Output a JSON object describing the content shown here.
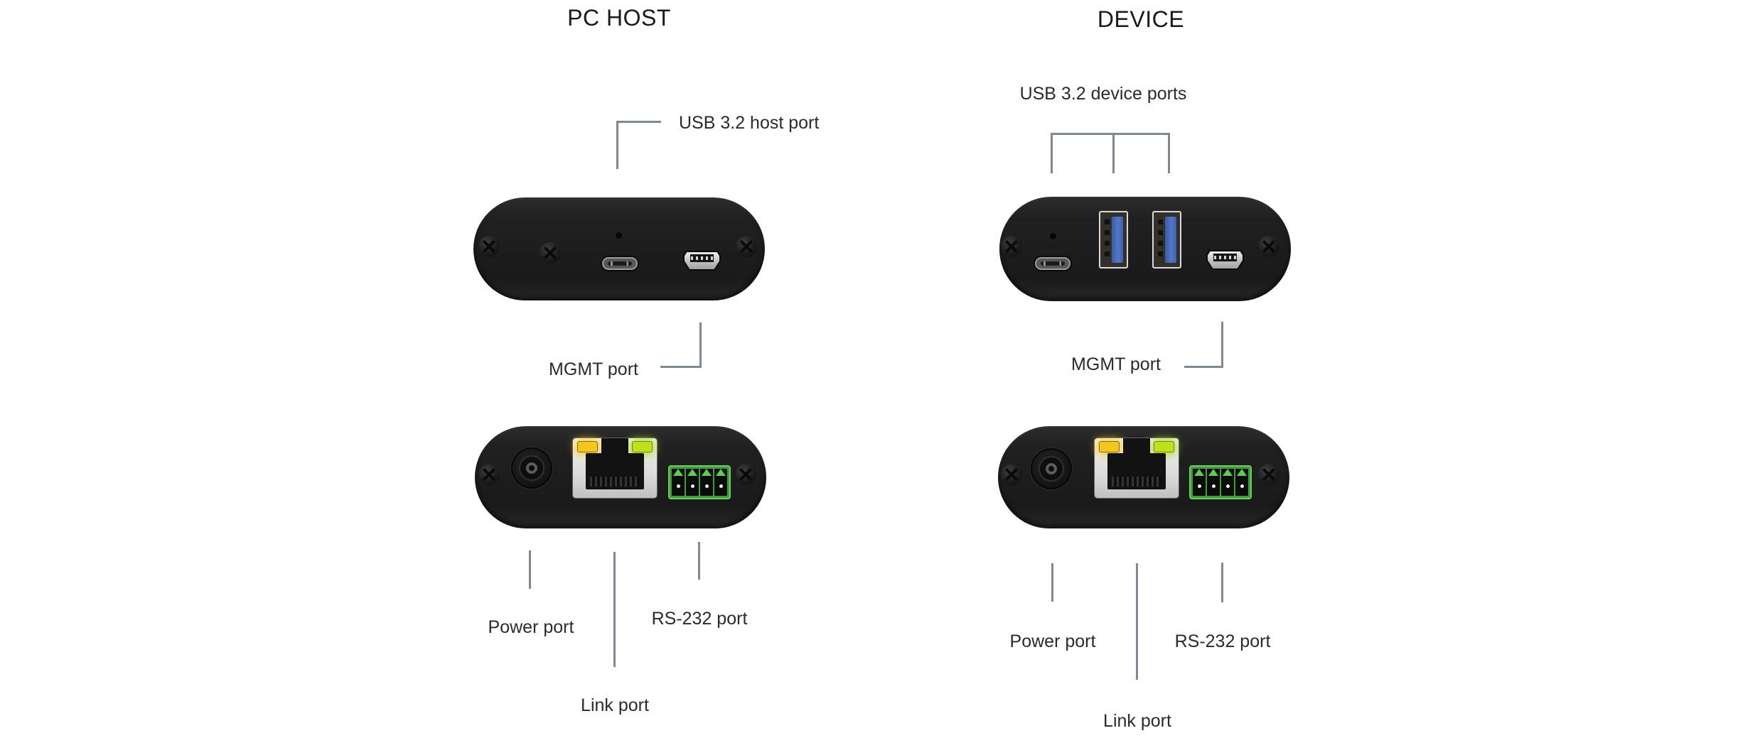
{
  "columns": {
    "pc_host": {
      "title": "PC HOST",
      "top_panel_label": "USB 3.2 host port",
      "mgmt_label": "MGMT port",
      "power_label": "Power port",
      "link_label": "Link port",
      "rs232_label": "RS-232 port"
    },
    "device": {
      "title": "DEVICE",
      "top_panel_label": "USB 3.2 device ports",
      "mgmt_label": "MGMT port",
      "power_label": "Power port",
      "link_label": "Link port",
      "rs232_label": "RS-232 port"
    }
  },
  "colors": {
    "background": "#ffffff",
    "annotation_line": "#7d8a96",
    "label_text": "#2b2b2b",
    "panel_black": "#1e1e1e",
    "usb3_tongue_blue": "#4468b8",
    "terminal_green": "#5fca55",
    "led_amber": "#f5c61e",
    "led_green": "#c2df1d",
    "rj45_bezel": "#e6e6e6"
  }
}
